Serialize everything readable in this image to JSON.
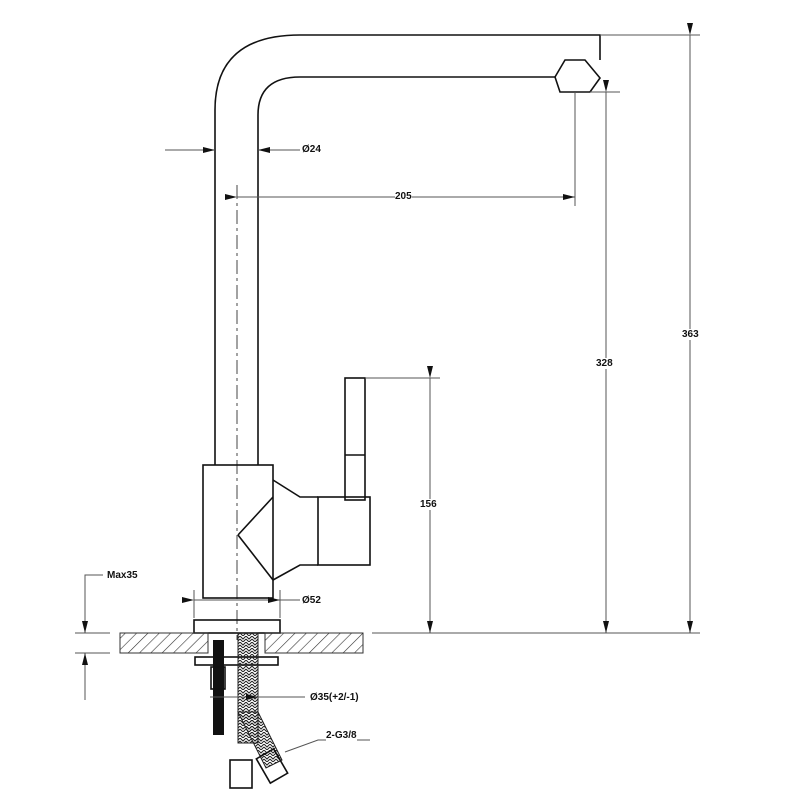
{
  "drawing": {
    "title_visible": false,
    "dimensions": {
      "spout_diameter": "Ø24",
      "spout_reach": "205",
      "spout_height": "328",
      "total_height": "363",
      "handle_height": "156",
      "body_diameter": "Ø52",
      "max_counter_thickness": "Max35",
      "mounting_hole": "Ø35(+2/-1)",
      "hose_connection": "2-G3/8"
    }
  }
}
